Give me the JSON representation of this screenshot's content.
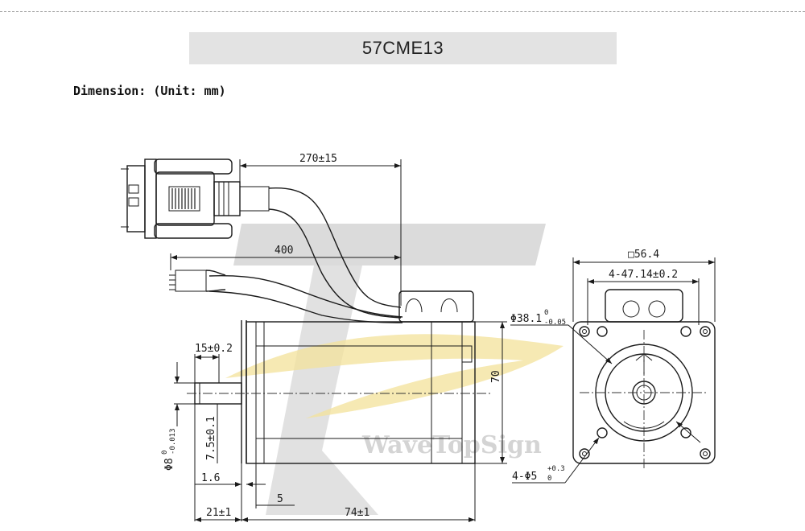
{
  "header": {
    "model": "57CME13",
    "dimension_heading": "Dimension: (Unit: mm)"
  },
  "watermark": {
    "text": "WaveTopSign",
    "accent_color": "#f3e19a",
    "gray_color": "#bdbdbd"
  },
  "dimensions": {
    "cable_encoder": "270±15",
    "cable_power": "400",
    "square": "□56.4",
    "bolt_spacing": "4-47.14±0.2",
    "pilot_dia": "Φ38.1",
    "pilot_tol_up": "0",
    "pilot_tol_low": "-0.05",
    "shaft_key": "15±0.2",
    "height": "70",
    "shaft_dia": "Φ8",
    "shaft_tol_up": "0",
    "shaft_tol_low": "-0.013",
    "flat": "7.5±0.1",
    "flange_thk": "1.6",
    "boss": "5",
    "shaft_len": "21±1",
    "body_len": "74±1",
    "holes": "4-Φ5",
    "holes_tol_up": "+0.3",
    "holes_tol_low": "0"
  }
}
